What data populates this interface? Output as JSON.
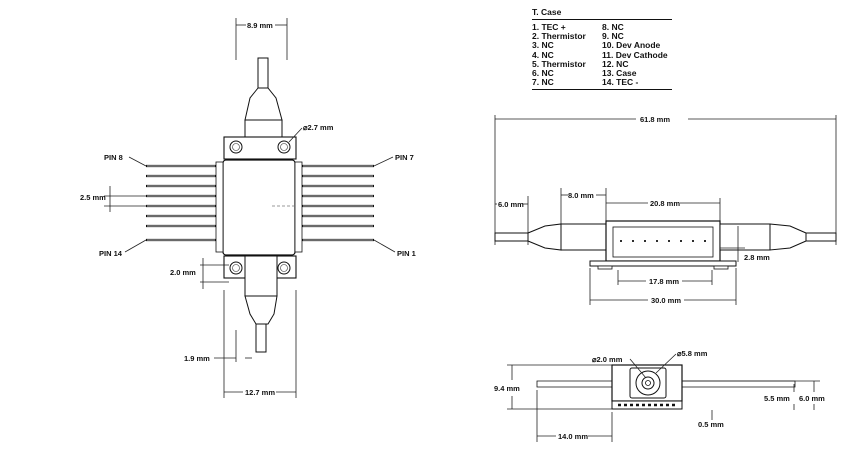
{
  "pinout": {
    "title": "T. Case",
    "left": [
      "1. TEC +",
      "2. Thermistor",
      "3. NC",
      "4. NC",
      "5. Thermistor",
      "6. NC",
      "7. NC"
    ],
    "right": [
      "8. NC",
      "9. NC",
      "10. Dev Anode",
      "11. Dev Cathode",
      "12. NC",
      "13. Case",
      "14. TEC -"
    ]
  },
  "top_view": {
    "dim_width_top": "8.9 mm",
    "dim_hole": "⌀2.7 mm",
    "pin8": "PIN 8",
    "pin7": "PIN 7",
    "pin14": "PIN 14",
    "pin1": "PIN 1",
    "dim_pitch": "2.5 mm",
    "dim_2mm": "2.0 mm",
    "dim_1_9": "1.9 mm",
    "dim_width_bottom": "12.7 mm"
  },
  "side_view": {
    "dim_overall": "61.8 mm",
    "dim_6": "6.0 mm",
    "dim_8": "8.0 mm",
    "dim_20_8": "20.8 mm",
    "dim_2_8": "2.8 mm",
    "dim_17_8": "17.8 mm",
    "dim_30": "30.0 mm"
  },
  "end_view": {
    "dim_2_0": "⌀2.0 mm",
    "dim_5_8": "⌀5.8 mm",
    "dim_9_4": "9.4 mm",
    "dim_5_5": "5.5 mm",
    "dim_6_0": "6.0 mm",
    "dim_0_5": "0.5 mm",
    "dim_14": "14.0 mm"
  }
}
